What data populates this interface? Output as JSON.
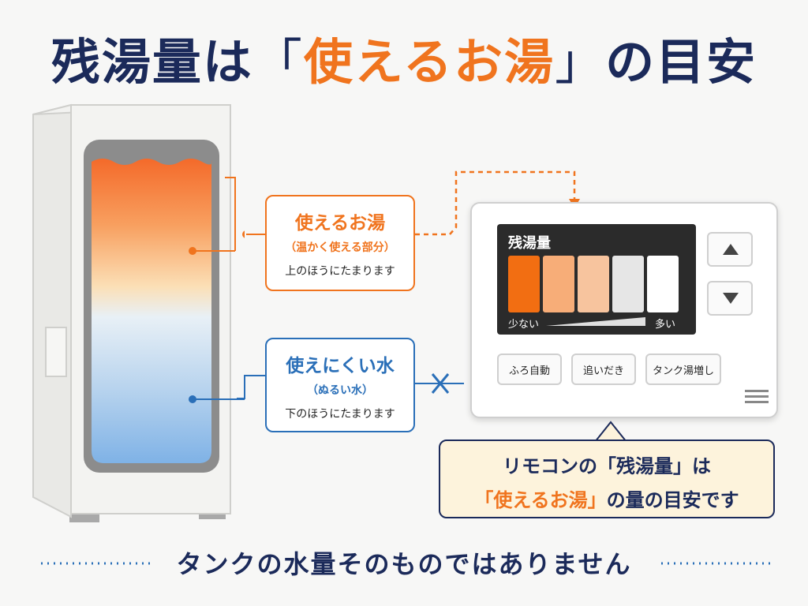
{
  "title": {
    "part1": "残湯量は",
    "open_bracket": "「",
    "highlight": "使えるお湯",
    "close_bracket": "」",
    "part2": "の目安"
  },
  "hot_callout": {
    "title": "使えるお湯",
    "subtitle": "（温かく使える部分）",
    "description": "上のほうにたまります"
  },
  "cold_callout": {
    "title": "使えにくい水",
    "subtitle": "（ぬるい水）",
    "description": "下のほうにたまります"
  },
  "remote": {
    "screen_title": "残湯量",
    "level_low_label": "少ない",
    "level_high_label": "多い",
    "buttons": {
      "bath_auto": "ふろ自動",
      "reheat": "追いだき",
      "add_hot": "タンク湯増し"
    }
  },
  "bubble": {
    "line1_a": "リモコンの「",
    "line1_b": "残湯量",
    "line1_c": "」は",
    "line2_a": "「使えるお湯」",
    "line2_b": "の量の目安です"
  },
  "bottom_text": "タンクの水量そのものではありません",
  "colors": {
    "hot": "#f0741e",
    "cold": "#2a6fb8",
    "navy": "#1b2a5a"
  },
  "icons": {
    "up": "triangle-up-icon",
    "down": "triangle-down-icon",
    "menu": "hamburger-menu-icon",
    "blocked": "x-mark-icon"
  }
}
